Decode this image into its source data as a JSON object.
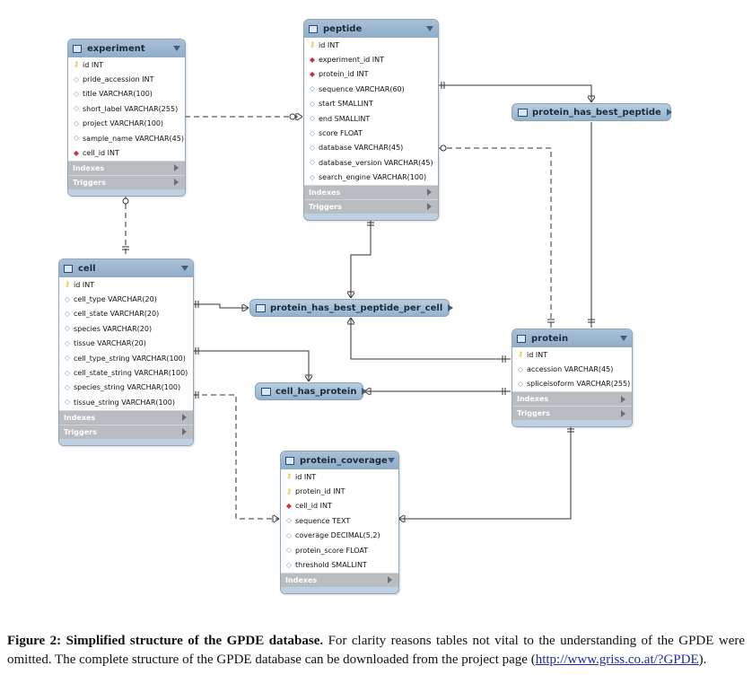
{
  "tables": [
    {
      "key": "experiment",
      "name": "experiment",
      "columns": [
        {
          "marker": "pk",
          "text": "id INT"
        },
        {
          "marker": "attr",
          "text": "pride_accession INT"
        },
        {
          "marker": "attr",
          "text": "title VARCHAR(100)"
        },
        {
          "marker": "attr",
          "text": "short_label VARCHAR(255)"
        },
        {
          "marker": "attr",
          "text": "project VARCHAR(100)"
        },
        {
          "marker": "attr",
          "text": "sample_name VARCHAR(45)"
        },
        {
          "marker": "fk",
          "text": "cell_id INT"
        }
      ],
      "sections": [
        "Indexes",
        "Triggers"
      ]
    },
    {
      "key": "peptide",
      "name": "peptide",
      "columns": [
        {
          "marker": "pk",
          "text": "id INT"
        },
        {
          "marker": "fk",
          "text": "experiment_id INT"
        },
        {
          "marker": "fk",
          "text": "protein_id INT"
        },
        {
          "marker": "attr",
          "text": "sequence VARCHAR(60)"
        },
        {
          "marker": "attr",
          "text": "start SMALLINT"
        },
        {
          "marker": "attr",
          "text": "end SMALLINT"
        },
        {
          "marker": "attr",
          "text": "score FLOAT"
        },
        {
          "marker": "attr",
          "text": "database VARCHAR(45)"
        },
        {
          "marker": "attr",
          "text": "database_version VARCHAR(45)"
        },
        {
          "marker": "attr",
          "text": "search_engine VARCHAR(100)"
        }
      ],
      "sections": [
        "Indexes",
        "Triggers"
      ]
    },
    {
      "key": "cell",
      "name": "cell",
      "columns": [
        {
          "marker": "pk",
          "text": "id INT"
        },
        {
          "marker": "attr",
          "text": "cell_type VARCHAR(20)"
        },
        {
          "marker": "attr",
          "text": "cell_state VARCHAR(20)"
        },
        {
          "marker": "attr",
          "text": "species VARCHAR(20)"
        },
        {
          "marker": "attr",
          "text": "tissue VARCHAR(20)"
        },
        {
          "marker": "attr",
          "text": "cell_type_string VARCHAR(100)"
        },
        {
          "marker": "attr",
          "text": "cell_state_string VARCHAR(100)"
        },
        {
          "marker": "attr",
          "text": "species_string VARCHAR(100)"
        },
        {
          "marker": "attr",
          "text": "tissue_string VARCHAR(100)"
        }
      ],
      "sections": [
        "Indexes",
        "Triggers"
      ]
    },
    {
      "key": "protein",
      "name": "protein",
      "columns": [
        {
          "marker": "pk",
          "text": "id INT"
        },
        {
          "marker": "attr",
          "text": "accession VARCHAR(45)"
        },
        {
          "marker": "attr",
          "text": "spliceisoform VARCHAR(255)"
        }
      ],
      "sections": [
        "Indexes",
        "Triggers"
      ]
    },
    {
      "key": "protein_coverage",
      "name": "protein_coverage",
      "columns": [
        {
          "marker": "pk",
          "text": "id INT"
        },
        {
          "marker": "pk",
          "text": "protein_id INT"
        },
        {
          "marker": "fk",
          "text": "cell_id INT"
        },
        {
          "marker": "attr",
          "text": "sequence TEXT"
        },
        {
          "marker": "attr",
          "text": "coverage DECIMAL(5,2)"
        },
        {
          "marker": "attr",
          "text": "protein_score FLOAT"
        },
        {
          "marker": "attr",
          "text": "threshold SMALLINT"
        }
      ],
      "sections": [
        "Indexes"
      ]
    }
  ],
  "relationships": [
    {
      "key": "protein_has_best_peptide",
      "name": "protein_has_best_peptide"
    },
    {
      "key": "protein_has_best_peptide_per_cell",
      "name": "protein_has_best_peptide_per_cell"
    },
    {
      "key": "cell_has_protein",
      "name": "cell_has_protein"
    }
  ],
  "caption": {
    "label": "Figure 2: Simplified structure of the GPDE database.",
    "text": " For clarity reasons tables not vital to the understanding of the GPDE were omitted. The complete structure of the GPDE database can be downloaded from the project page (",
    "link": "http://www.griss.co.at/?GPDE",
    "end": ")."
  },
  "colors": {
    "header": "#98b4cf",
    "section_bar": "#b9bcc0",
    "primary_key": "#e7b20a",
    "foreign_key": "#c8373d",
    "attribute": "#6fa7c9"
  }
}
